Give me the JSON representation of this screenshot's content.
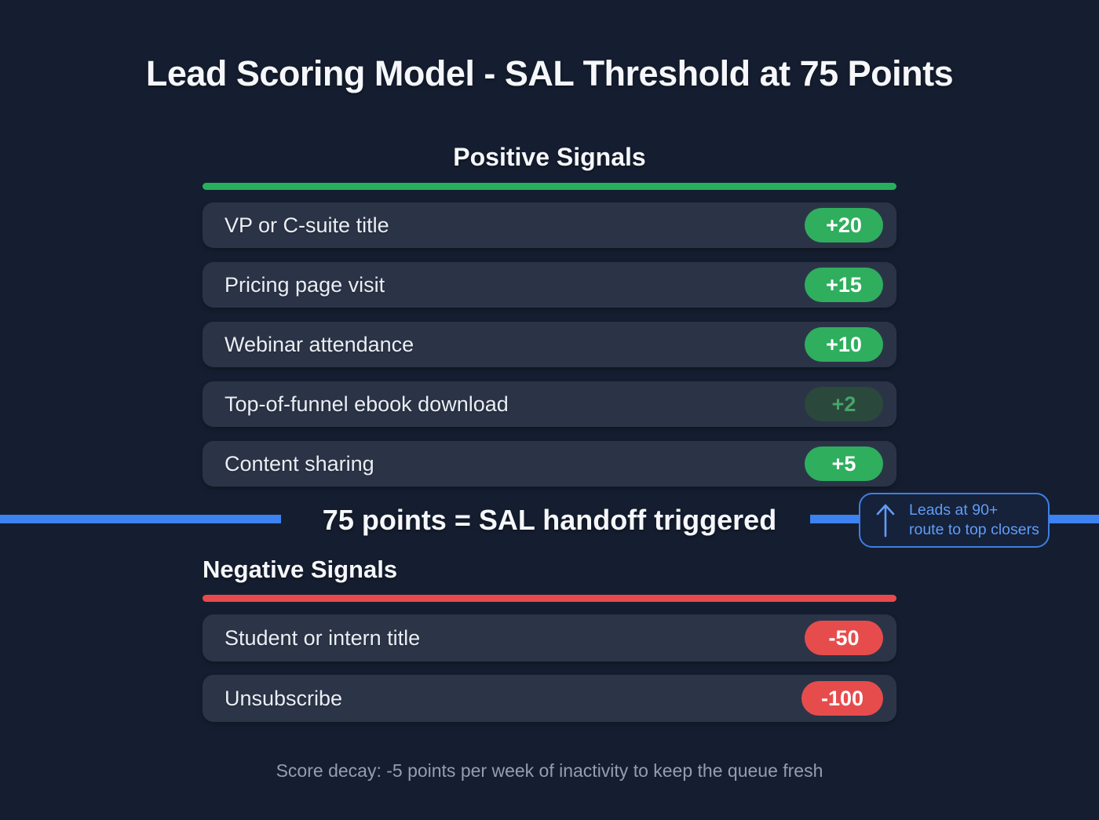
{
  "title": "Lead Scoring Model - SAL Threshold at 75 Points",
  "colors": {
    "background": "#151e30",
    "card": "#2b3447",
    "positive_accent": "#27b05c",
    "negative_accent": "#e84a4b",
    "threshold_line": "#3c82f0",
    "callout_blue": "#5f9df7"
  },
  "positive": {
    "heading": "Positive Signals",
    "rows": [
      {
        "label": "VP or C-suite title",
        "score": "+20"
      },
      {
        "label": "Pricing page visit",
        "score": "+15"
      },
      {
        "label": "Webinar attendance",
        "score": "+10"
      },
      {
        "label": "Top-of-funnel ebook download",
        "score": "+2",
        "dimmed": true
      },
      {
        "label": "Content sharing",
        "score": "+5"
      }
    ]
  },
  "threshold": {
    "label": "75 points = SAL handoff triggered",
    "callout": {
      "icon": "arrow-up-icon",
      "line1": "Leads at 90+",
      "line2": "route to top closers"
    }
  },
  "negative": {
    "heading": "Negative Signals",
    "rows": [
      {
        "label": "Student or intern title",
        "score": "-50"
      },
      {
        "label": "Unsubscribe",
        "score": "-100"
      }
    ]
  },
  "footer": "Score decay: -5 points per week of inactivity to keep the queue fresh"
}
